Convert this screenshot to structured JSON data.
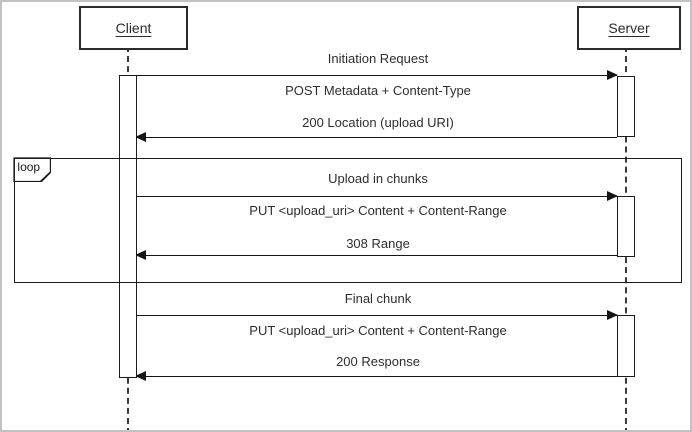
{
  "diagram": {
    "type": "uml-sequence-diagram",
    "actors": [
      {
        "name": "Client"
      },
      {
        "name": "Server"
      }
    ],
    "fragment": {
      "label": "loop"
    },
    "sections": [
      {
        "title": "Initiation Request",
        "request": "POST Metadata + Content-Type",
        "response": "200 Location (upload URI)"
      },
      {
        "title": "Upload in chunks",
        "request": "PUT <upload_uri> Content + Content-Range",
        "response": "308 Range"
      },
      {
        "title": "Final chunk",
        "request": "PUT <upload_uri> Content + Content-Range",
        "response": "200 Response"
      }
    ],
    "colors": {
      "line": "#141414",
      "text": "#2e2e2e",
      "actor_border": "#2b2b2b",
      "frame_border": "#c2c2c2",
      "background": "#ffffff"
    }
  }
}
